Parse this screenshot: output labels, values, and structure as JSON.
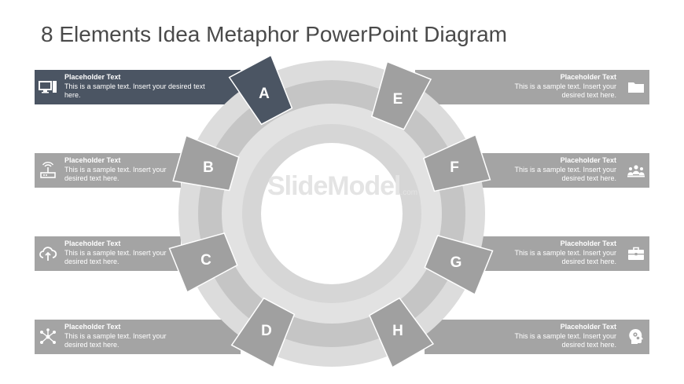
{
  "title": "8 Elements Idea Metaphor PowerPoint Diagram",
  "watermark": {
    "brand": "SlideModel",
    "suffix": ".com"
  },
  "colors": {
    "bar": "#a4a4a4",
    "bar_active": "#4b5563",
    "ring_outer": "#dcdcdc",
    "ring_mid": "#c5c5c5",
    "ring_inner": "#e2e2e2",
    "segment": "#a0a0a0",
    "segment_active": "#4b5563"
  },
  "items": [
    {
      "letter": "A",
      "title": "Placeholder Text",
      "text": "This is a sample text. Insert your desired text here.",
      "icon": "computer-icon",
      "side": "left",
      "active": true
    },
    {
      "letter": "B",
      "title": "Placeholder Text",
      "text": "This is a sample text. Insert your desired text here.",
      "icon": "router-icon",
      "side": "left",
      "active": false
    },
    {
      "letter": "C",
      "title": "Placeholder Text",
      "text": "This is a sample text. Insert your desired text here.",
      "icon": "cloud-upload-icon",
      "side": "left",
      "active": false
    },
    {
      "letter": "D",
      "title": "Placeholder Text",
      "text": "This is a sample text. Insert your desired text here.",
      "icon": "network-icon",
      "side": "left",
      "active": false
    },
    {
      "letter": "E",
      "title": "Placeholder Text",
      "text": "This is a sample text. Insert your desired text here.",
      "icon": "folder-icon",
      "side": "right",
      "active": false
    },
    {
      "letter": "F",
      "title": "Placeholder Text",
      "text": "This is a sample text. Insert your desired text here.",
      "icon": "team-icon",
      "side": "right",
      "active": false
    },
    {
      "letter": "G",
      "title": "Placeholder Text",
      "text": "This is a sample text. Insert your desired text here.",
      "icon": "briefcase-icon",
      "side": "right",
      "active": false
    },
    {
      "letter": "H",
      "title": "Placeholder Text",
      "text": "This is a sample text. Insert your desired text here.",
      "icon": "head-gears-icon",
      "side": "right",
      "active": false
    }
  ]
}
